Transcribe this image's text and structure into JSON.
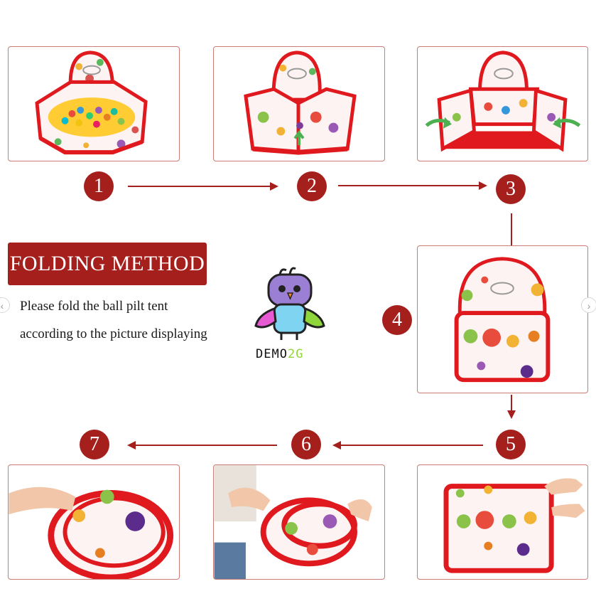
{
  "badge": {
    "title": "FOLDING METHOD"
  },
  "description": {
    "line1": "Please fold the ball pilt tent",
    "line2": "according to the picture displaying"
  },
  "logo": {
    "text_part1": "DEMO",
    "text_part2": "2G"
  },
  "steps": [
    {
      "label": "1"
    },
    {
      "label": "2"
    },
    {
      "label": "3"
    },
    {
      "label": "4"
    },
    {
      "label": "5"
    },
    {
      "label": "6"
    },
    {
      "label": "7"
    }
  ],
  "nav": {
    "prev": "‹",
    "next": "›"
  },
  "colors": {
    "accent": "#a51f1c",
    "tent_red": "#e0191e",
    "border": "#c97d74"
  }
}
